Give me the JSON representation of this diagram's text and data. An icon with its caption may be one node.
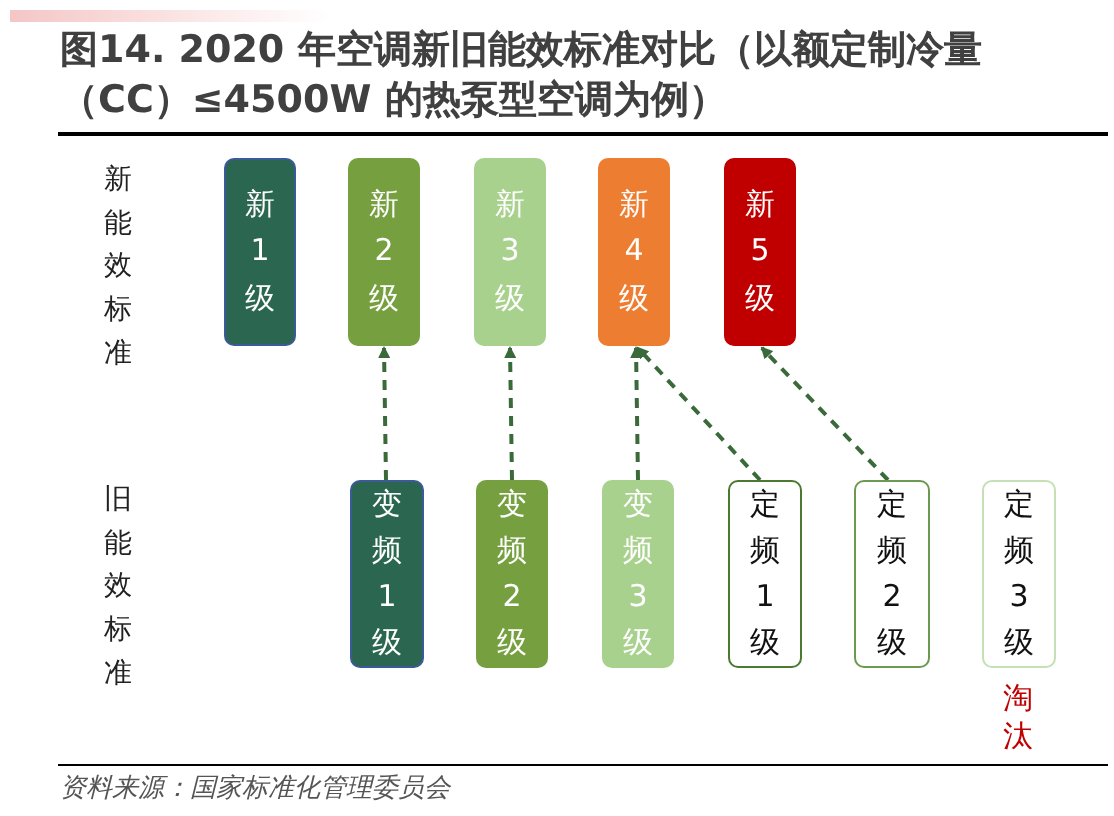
{
  "diagram": {
    "title": "图14. 2020 年空调新旧能效标准对比（以额定制冷量（CC）≤4500W 的热泵型空调为例）",
    "nodes": [
      {
        "text": [
          "新1级"
        ]
      },
      {
        "text": [
          "新2级"
        ]
      },
      {
        "text": [
          "新3级"
        ]
      },
      {
        "text": [
          "新4级"
        ]
      },
      {
        "text": [
          "新5级"
        ]
      },
      {
        "text": [
          "变频1级"
        ]
      },
      {
        "text": [
          "变频2级"
        ]
      },
      {
        "text": [
          "变频3级"
        ]
      },
      {
        "text": [
          "定频1级"
        ]
      },
      {
        "text": [
          "定频2级"
        ]
      },
      {
        "text": [
          "定频3级"
        ],
        "beside": [
          "淘汰"
        ]
      }
    ],
    "edges": [
      {
        "from": 5,
        "to": 1,
        "arrow": "to",
        "style": "dashed"
      },
      {
        "from": 6,
        "to": 2,
        "arrow": "to",
        "style": "dashed"
      },
      {
        "from": 7,
        "to": 3,
        "arrow": "to",
        "style": "dashed"
      },
      {
        "from": 8,
        "to": 3,
        "arrow": "to",
        "style": "dashed"
      },
      {
        "from": 9,
        "to": 4,
        "arrow": "to",
        "style": "dashed"
      }
    ],
    "labels": [
      "新能效标准",
      "旧能效标准"
    ],
    "caption": "资料来源：国家标准化管理委员会"
  }
}
